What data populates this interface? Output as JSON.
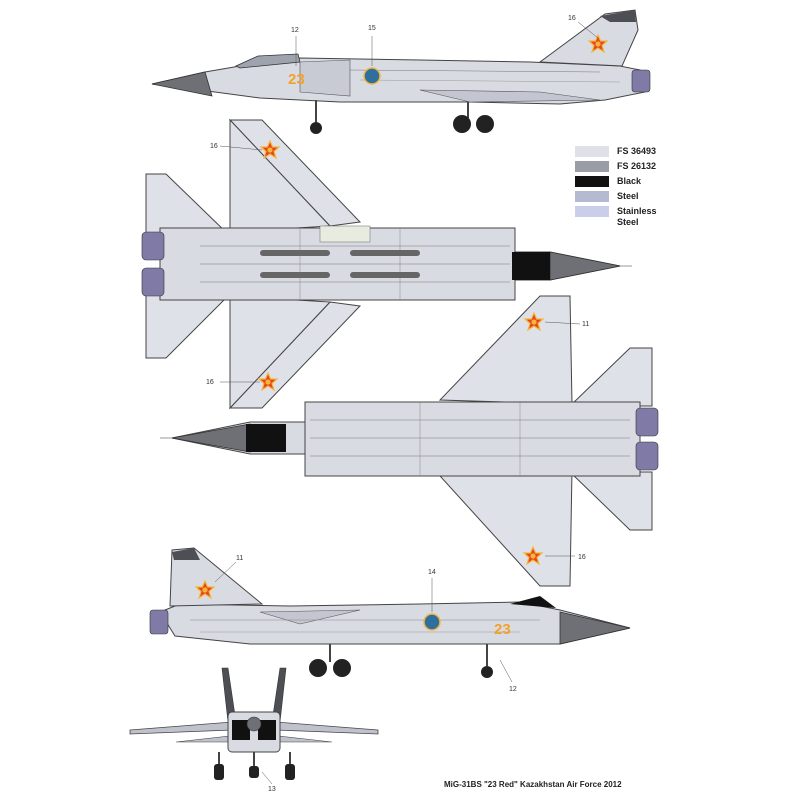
{
  "colors": {
    "fs36493": "#d6d8e0",
    "fs26132": "#8e939e",
    "black": "#111111",
    "steel": "#b3b8cd",
    "stainless_steel": "#c4c9e4",
    "star_red": "#e6451e",
    "star_yellow": "#f4b63a",
    "radome": "#6f7075",
    "nozzle": "#7f7aa6"
  },
  "legend": [
    {
      "label": "FS 36493",
      "color": "#e0e1e8"
    },
    {
      "label": "FS 26132",
      "color": "#9a9da6"
    },
    {
      "label": "Black",
      "color": "#111111"
    },
    {
      "label": "Steel",
      "color": "#b4bad0"
    },
    {
      "label": "Stainless Steel",
      "color": "#c9cfeb"
    }
  ],
  "markings": {
    "tactical_number": "23"
  },
  "callouts": {
    "side_top": [
      "12",
      "15",
      "16"
    ],
    "plan_top": [
      "16",
      "16"
    ],
    "plan_bottom": [
      "11",
      "16"
    ],
    "side_bottom": [
      "11",
      "14",
      "12"
    ],
    "front": "13"
  },
  "caption": "MiG-31BS \"23 Red\" Kazakhstan Air Force 2012"
}
